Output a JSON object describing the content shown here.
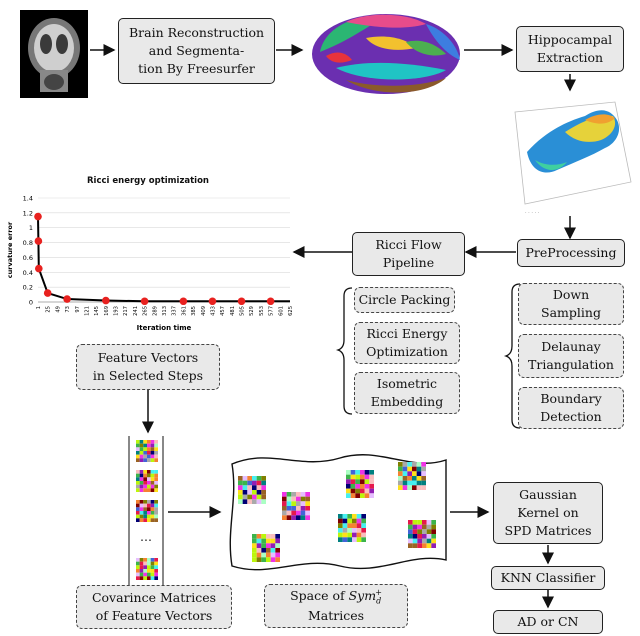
{
  "boxes": {
    "brain_recon": "Brain Reconstruction\nand Segmenta-\ntion By Freesurfer",
    "hippo": "Hippocampal\nExtraction",
    "preprocessing": "PreProcessing",
    "ricci_flow": "Ricci Flow\nPipeline",
    "circle_packing": "Circle Packing",
    "ricci_energy": "Ricci Energy\nOptimization",
    "isometric": "Isometric\nEmbedding",
    "down_sampling": "Down\nSampling",
    "delaunay": "Delaunay\nTriangulation",
    "boundary": "Boundary\nDetection",
    "feature_vectors": "Feature Vectors\nin Selected Steps",
    "covariance": "Covarince Matrices\nof Feature Vectors",
    "space_sym": "Space of",
    "space_sym_math": "Sym",
    "space_sym_sub": "d",
    "space_sym_sup": "+",
    "space_sym_line2": "Matrices",
    "gaussian": "Gaussian\nKernel on\nSPD Matrices",
    "knn": "KNN Classifier",
    "ad_cn": "AD or CN",
    "dots": "…"
  },
  "chart_data": {
    "type": "line",
    "title": "Ricci energy optimization",
    "xlabel": "Iteration time",
    "ylabel": "curvature error",
    "ylim": [
      0,
      1.4
    ],
    "yticks": [
      "0",
      "0.2",
      "0.4",
      "0.6",
      "0.8",
      "1",
      "1.2",
      "1.4"
    ],
    "xticks": [
      "1",
      "25",
      "49",
      "73",
      "97",
      "121",
      "145",
      "169",
      "193",
      "217",
      "241",
      "265",
      "289",
      "313",
      "337",
      "361",
      "385",
      "409",
      "433",
      "457",
      "481",
      "505",
      "529",
      "553",
      "577",
      "601",
      "625"
    ],
    "markers": [
      {
        "x": 1,
        "y": 1.15
      },
      {
        "x": 2,
        "y": 0.82
      },
      {
        "x": 3,
        "y": 0.45
      },
      {
        "x": 25,
        "y": 0.12
      },
      {
        "x": 73,
        "y": 0.04
      },
      {
        "x": 169,
        "y": 0.02
      },
      {
        "x": 265,
        "y": 0.01
      },
      {
        "x": 361,
        "y": 0.01
      },
      {
        "x": 433,
        "y": 0.01
      },
      {
        "x": 505,
        "y": 0.01
      },
      {
        "x": 577,
        "y": 0.01
      }
    ],
    "colors": {
      "line": "#000000",
      "marker": "#e8211f"
    }
  },
  "colors": {
    "box_fill": "#e9e9e9",
    "border": "#222222"
  }
}
